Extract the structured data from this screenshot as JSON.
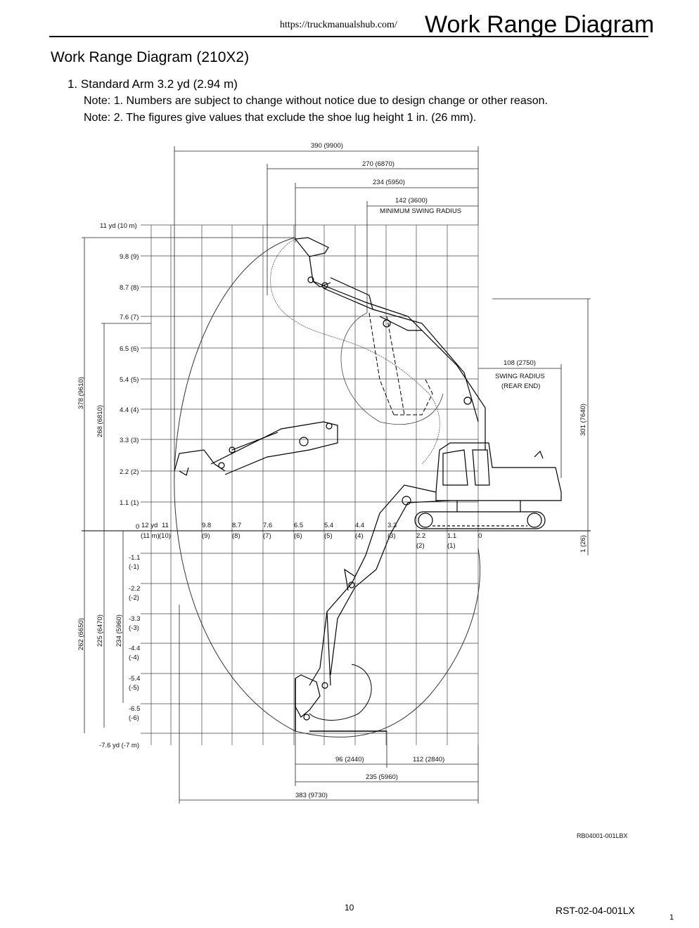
{
  "header": {
    "url": "https://truckmanualshub.com/",
    "title": "Work Range Diagram"
  },
  "section_title": "Work Range Diagram (210X2)",
  "subsection": "1. Standard Arm 3.2 yd (2.94 m)",
  "notes": [
    "Note: 1. Numbers are subject to change without notice due to design change or other reason.",
    "Note: 2. The figures give values that exclude the shoe lug height 1 in. (26 mm)."
  ],
  "diagram": {
    "top_dims": [
      "390 (9900)",
      "270 (6870)",
      "234 (5950)",
      "142 (3600)"
    ],
    "min_swing_label": "MINIMUM SWING RADIUS",
    "y_labels_up": [
      "11 yd (10 m)",
      "9.8 (9)",
      "8.7 (8)",
      "7.6 (7)",
      "6.5 (6)",
      "5.4 (5)",
      "4.4 (4)",
      "3.3 (3)",
      "2.2 (2)",
      "1.1 (1)",
      "0"
    ],
    "y_labels_down": [
      "-1.1",
      "(-1)",
      "-2.2",
      "(-2)",
      "-3.3",
      "(-3)",
      "-4.4",
      "(-4)",
      "-5.4",
      "(-5)",
      "-6.5",
      "(-6)",
      "-7.6 yd (-7 m)"
    ],
    "x_labels_top": [
      "12 yd",
      "11",
      "9.8",
      "8.7",
      "7.6",
      "6.5",
      "5.4",
      "4.4",
      "3.3",
      "2.2",
      "1.1",
      "0"
    ],
    "x_labels_bottom": [
      "(11 m)",
      "(10)",
      "(9)",
      "(8)",
      "(7)",
      "(6)",
      "(5)",
      "(4)",
      "(3)",
      "(2)",
      "(1)"
    ],
    "left_dims": [
      "378 (9610)",
      "268 (6810)",
      "262 (6650)",
      "225 (6470)",
      "234 (5960)"
    ],
    "right_dims": [
      "301 (7640)",
      "1 (26)"
    ],
    "swing_radius_value": "108 (2750)",
    "swing_radius_label1": "SWING RADIUS",
    "swing_radius_label2": "(REAR END)",
    "bottom_dims": [
      "96 (2440)",
      "112 (2840)",
      "235 (5960)",
      "383 (9730)"
    ],
    "figure_code": "RB04001-001LBX"
  },
  "footer": {
    "page": "10",
    "doc_code": "RST-02-04-001LX",
    "corner": "1"
  }
}
